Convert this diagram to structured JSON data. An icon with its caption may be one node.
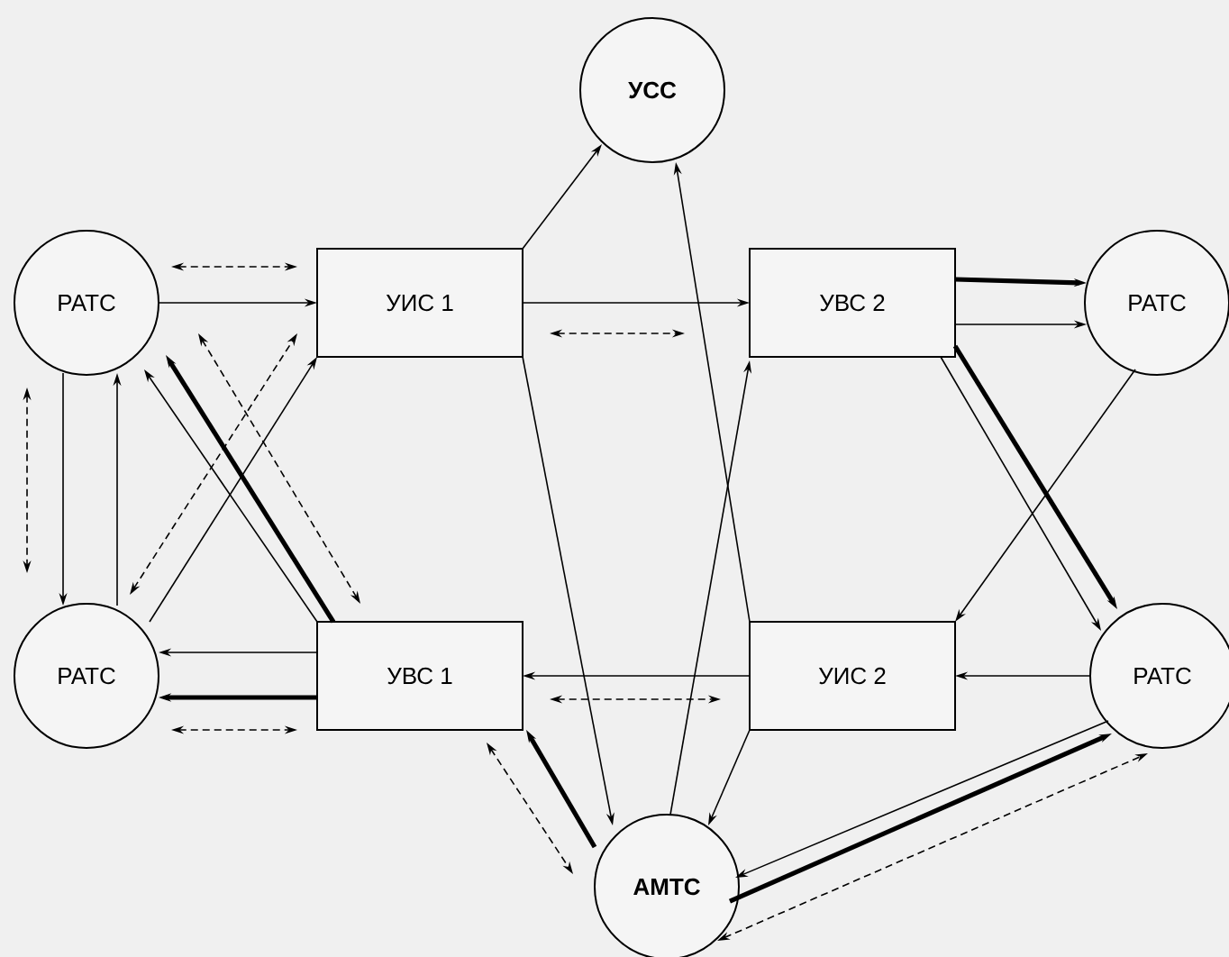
{
  "diagram": {
    "nodes": [
      {
        "text": [
          "РАТС"
        ]
      },
      {
        "text": [
          "УИС 1"
        ]
      },
      {
        "text": [
          "УСС"
        ]
      },
      {
        "text": [
          "УВС 2"
        ]
      },
      {
        "text": [
          "РАТС"
        ]
      },
      {
        "text": [
          "РАТС"
        ]
      },
      {
        "text": [
          "УВС 1"
        ]
      },
      {
        "text": [
          "УИС 2"
        ]
      },
      {
        "text": [
          "РАТС"
        ]
      },
      {
        "text": [
          "АМТС"
        ]
      }
    ],
    "edges": [
      {
        "from": 0,
        "to": 1,
        "arrow": "both",
        "style": "dashed"
      },
      {
        "from": 0,
        "to": 1,
        "arrow": "to"
      },
      {
        "from": 0,
        "to": 5,
        "arrow": "to"
      },
      {
        "from": 5,
        "to": 0,
        "arrow": "to"
      },
      {
        "from": 0,
        "to": 5,
        "arrow": "both",
        "style": "dashed"
      },
      {
        "from": 5,
        "to": 1,
        "arrow": "to"
      },
      {
        "from": 5,
        "to": 1,
        "arrow": "both",
        "style": "dashed"
      },
      {
        "from": 6,
        "to": 0,
        "arrow": "to"
      },
      {
        "from": 6,
        "to": 0,
        "arrow": "to",
        "style": "thick"
      },
      {
        "from": 0,
        "to": 6,
        "arrow": "both",
        "style": "dashed"
      },
      {
        "from": 6,
        "to": 5,
        "arrow": "to"
      },
      {
        "from": 6,
        "to": 5,
        "arrow": "to",
        "style": "thick"
      },
      {
        "from": 5,
        "to": 6,
        "arrow": "both",
        "style": "dashed"
      },
      {
        "from": 1,
        "to": 2,
        "arrow": "to"
      },
      {
        "from": 1,
        "to": 3,
        "arrow": "to"
      },
      {
        "from": 1,
        "to": 3,
        "arrow": "both",
        "style": "dashed"
      },
      {
        "from": 1,
        "to": 9,
        "arrow": "to"
      },
      {
        "from": 9,
        "to": 3,
        "arrow": "to"
      },
      {
        "from": 7,
        "to": 2,
        "arrow": "to"
      },
      {
        "from": 7,
        "to": 9,
        "arrow": "to"
      },
      {
        "from": 7,
        "to": 6,
        "arrow": "to"
      },
      {
        "from": 6,
        "to": 7,
        "arrow": "both",
        "style": "dashed"
      },
      {
        "from": 9,
        "to": 6,
        "arrow": "to",
        "style": "thick"
      },
      {
        "from": 6,
        "to": 9,
        "arrow": "both",
        "style": "dashed"
      },
      {
        "from": 3,
        "to": 4,
        "arrow": "to",
        "style": "thick"
      },
      {
        "from": 3,
        "to": 4,
        "arrow": "to"
      },
      {
        "from": 3,
        "to": 8,
        "arrow": "to"
      },
      {
        "from": 3,
        "to": 8,
        "arrow": "to",
        "style": "thick"
      },
      {
        "from": 4,
        "to": 7,
        "arrow": "to"
      },
      {
        "from": 8,
        "to": 7,
        "arrow": "to"
      },
      {
        "from": 8,
        "to": 9,
        "arrow": "to"
      },
      {
        "from": 9,
        "to": 8,
        "arrow": "to",
        "style": "thick"
      },
      {
        "from": 8,
        "to": 9,
        "arrow": "both",
        "style": "dashed"
      }
    ]
  }
}
